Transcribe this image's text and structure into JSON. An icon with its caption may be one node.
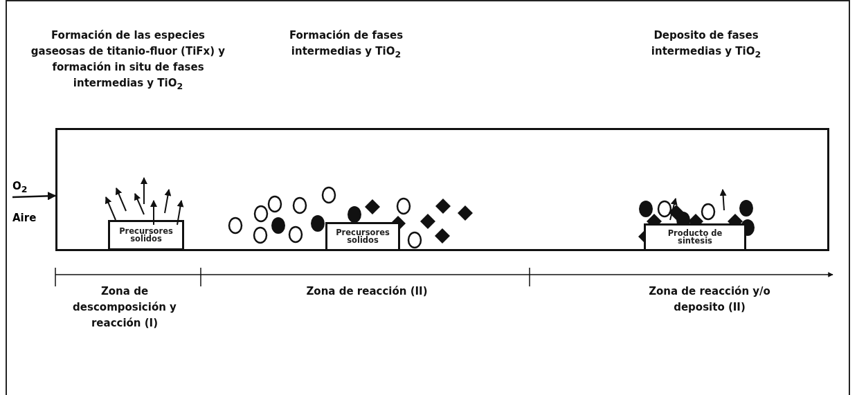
{
  "diagram": {
    "nodes": [
      {
        "text": [],
        "shape": "box"
      },
      {
        "text": [
          "Precursores solidos"
        ],
        "in": 0
      },
      {
        "text": [
          "Precursores solidos"
        ],
        "in": 0
      },
      {
        "text": [
          "Producto de sintesis"
        ],
        "in": 0
      },
      {
        "text": [
          "O$_{2}$",
          "Aire"
        ]
      }
    ],
    "edges": [
      {
        "from": 4,
        "to": 0,
        "arrow": "to"
      }
    ],
    "labels": [
      "Formación de las especies gaseosas de titanio-fluor (TiFx) y formación in situ de fases intermedias y TiO$_{2}$",
      "Formación de fases intermedias y TiO$_{2}$",
      "Deposito de fases intermedias y TiO$_{2}$",
      "Zona de descomposición y reacción (I)",
      "Zona de reacción (II)",
      "Zona de reacción y/o deposito (II)"
    ]
  }
}
